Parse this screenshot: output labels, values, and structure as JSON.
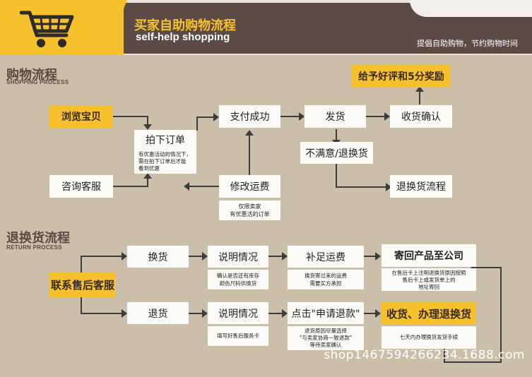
{
  "header": {
    "title_cn": "买家自助购物流程",
    "title_en": "self-help shopping",
    "slogan": "提倡自助购物，节约购物时间"
  },
  "shopping": {
    "title_cn": "购物流程",
    "title_en": "SHOPPING PROCESS",
    "browse": "浏览宝贝",
    "consult": "咨询客服",
    "place_order": "拍下订单",
    "place_order_note": "有优惠活动的情况下，\n需在拍下订单后才能\n看到优惠",
    "pay_success": "支付成功",
    "modify_shipping": "修改运费",
    "modify_note": "仅限卖家\n有优惠活的订单",
    "ship": "发货",
    "confirm_receipt": "收货确认",
    "good_review": "给予好评和5分奖励",
    "unsatisfied": "不满意/退换货",
    "return_flow": "退换货流程"
  },
  "returns": {
    "title_cn": "退换货流程",
    "title_en": "RETURN PROCESS",
    "contact_service": "联系售后客服",
    "exchange": "换货",
    "explain1": "说明情况",
    "explain1_note": "确认是否还有库存\n颜色尺码供换货",
    "pay_shipping": "补足运费",
    "pay_shipping_note": "换货寄过来的运费\n需要买方承担",
    "send_back": "寄回产品至公司",
    "send_back_note": "在售后卡上注明退换货原因按照\n售后卡上或发货单上的\n地址寄回",
    "return": "退货",
    "explain2": "说明情况",
    "explain2_note": "填写好售后服务卡",
    "click_refund": "点击\"申请退款\"",
    "click_refund_note": "退货原因尽量选择\n\"与卖家协商一致退款\"\n等待卖家确认",
    "receive_process": "收货、办理退换货",
    "receive_note": "七天内办理换货发货手续"
  },
  "watermark": "shop1467594266234.1688.com",
  "colors": {
    "accent_yellow": "#f6c12c",
    "header_brown": "#5c4b44",
    "background": "#cbbfa9"
  },
  "icons": {
    "cart": "shopping-cart-icon"
  }
}
